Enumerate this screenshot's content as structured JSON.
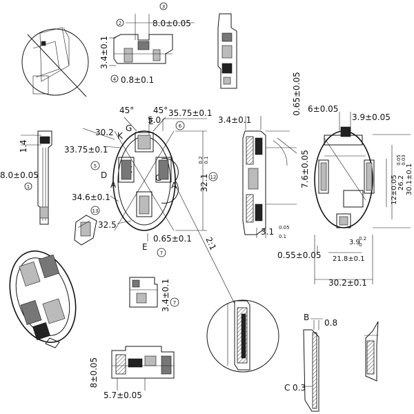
{
  "top_view": {
    "marker": "3",
    "marker2": "2",
    "width_dim": "8.0±0.05",
    "height_dim": "3.4±0.1",
    "marker4": "4",
    "pitch_dim": "0.8±0.1"
  },
  "left_view": {
    "dim_1_4": "1.4",
    "dim_8": "8.0±0.05",
    "marker": "1"
  },
  "front_view": {
    "angle_left": "45°",
    "angle_right": "45°",
    "dim_5": "5.0",
    "letter_g_top": "G",
    "letter_e_top": "E",
    "dim_35_75": "35.75±0.1",
    "marker6": "6",
    "dim_30_2": "30.2",
    "letter_k": "K",
    "dim_33_75": "33.75±0.1",
    "marker5": "5",
    "letter_d": "D",
    "letter_k2": "K",
    "letter_a_left": "A",
    "letter_g_mid": "G",
    "letter_a_right": "A",
    "dim_34_6": "34.6±0.1",
    "marker13": "13",
    "dim_32_5": "32.5",
    "dim_0_65": "0.65±0.1",
    "letter_e_bot": "E",
    "marker7": "7",
    "dim_32_1": "32.1",
    "tol_32_1_up": "0.2",
    "tol_32_1_dn": "0.1",
    "marker12": "12",
    "scale_label": "2:1"
  },
  "side_section": {
    "dim_3_4": "3.4±0.1",
    "dim_0_65": "0.65±0.05",
    "dim_7_6": "7.6±0.05",
    "dim_3_1": "3.1",
    "tol_3_1_up": "0.05",
    "tol_3_1_dn": "0.1"
  },
  "right_view": {
    "dim_6": "6±0.05",
    "dim_3_9": "3.9±0.05",
    "dim_12": "12±0.05",
    "dim_26_2": "26.2",
    "tol_26_2_up": "0.05",
    "tol_26_2_dn": "0.03",
    "dim_30_1": "30.1±0.1",
    "dim_3_9b": "3.9",
    "tol_3_9b_up": "0.2",
    "tol_3_9b_dn": "0",
    "dim_0_55": "0.55±0.05",
    "dim_21_8": "21.8±0.1",
    "dim_30_2": "30.2±0.1"
  },
  "mid_detail": {
    "dim_3_4": "3.4±0.1",
    "marker7": "7"
  },
  "bottom_view": {
    "dim_8": "8±0.05",
    "dim_5_7": "5.7±0.05"
  },
  "section_b": {
    "label_b": "B",
    "dim_0_8": "0.8",
    "label_c": "C",
    "dim_0_3": "0.3"
  }
}
